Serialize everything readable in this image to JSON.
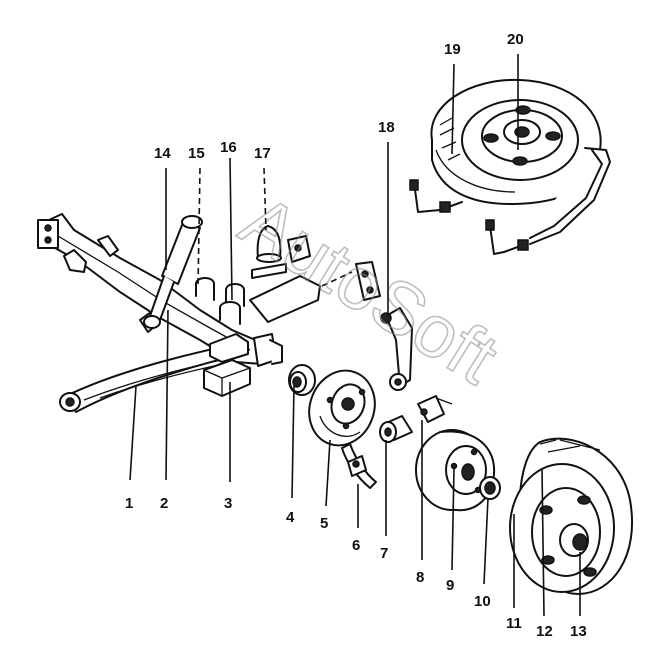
{
  "watermark": "AutoSoft",
  "callouts": [
    {
      "n": "1",
      "label": "1"
    },
    {
      "n": "2",
      "label": "2"
    },
    {
      "n": "3",
      "label": "3"
    },
    {
      "n": "4",
      "label": "4"
    },
    {
      "n": "5",
      "label": "5"
    },
    {
      "n": "6",
      "label": "6"
    },
    {
      "n": "7",
      "label": "7"
    },
    {
      "n": "8",
      "label": "8"
    },
    {
      "n": "9",
      "label": "9"
    },
    {
      "n": "10",
      "label": "10"
    },
    {
      "n": "11",
      "label": "11"
    },
    {
      "n": "12",
      "label": "12"
    },
    {
      "n": "13",
      "label": "13"
    },
    {
      "n": "14",
      "label": "14"
    },
    {
      "n": "15",
      "label": "15"
    },
    {
      "n": "16",
      "label": "16"
    },
    {
      "n": "17",
      "label": "17"
    },
    {
      "n": "18",
      "label": "18"
    },
    {
      "n": "19",
      "label": "19"
    },
    {
      "n": "20",
      "label": "20"
    }
  ]
}
